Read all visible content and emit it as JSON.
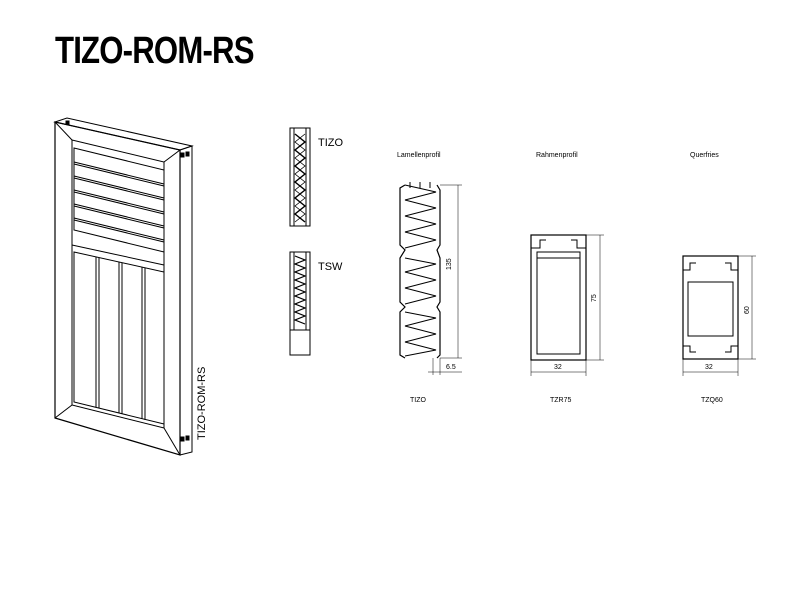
{
  "title": "TIZO-ROM-RS",
  "door": {
    "side_label": "TIZO-ROM-RS"
  },
  "sections": {
    "tizo": "TIZO",
    "tsw": "TSW"
  },
  "profiles": [
    {
      "caption": "Lamellenprofil",
      "code": "TIZO",
      "dims": {
        "height": "135",
        "width": "6.5"
      }
    },
    {
      "caption": "Rahmenprofil",
      "code": "TZR75",
      "dims": {
        "height": "75",
        "width": "32"
      }
    },
    {
      "caption": "Querfries",
      "code": "TZQ60",
      "dims": {
        "height": "60",
        "width": "32"
      }
    }
  ]
}
